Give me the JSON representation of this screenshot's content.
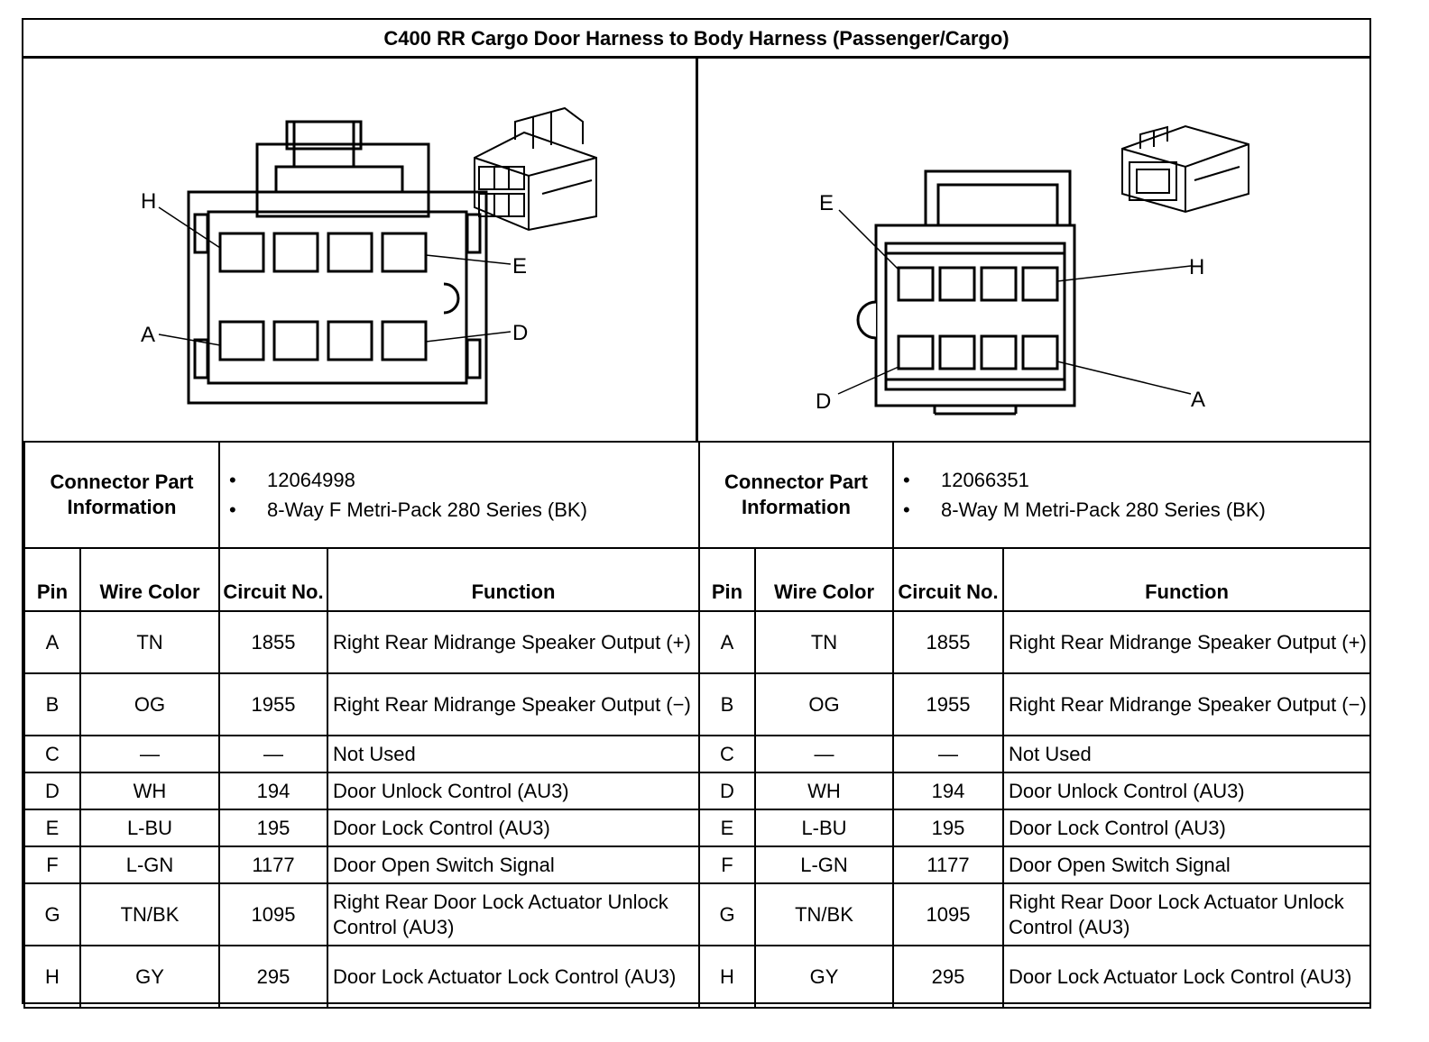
{
  "title": "C400 RR Cargo Door Harness to Body Harness (Passenger/Cargo)",
  "left_connector": {
    "labels": {
      "h": "H",
      "e": "E",
      "a": "A",
      "d": "D"
    },
    "info_label": "Connector Part Information",
    "info_items": [
      "12064998",
      "8-Way F Metri-Pack 280 Series (BK)"
    ]
  },
  "right_connector": {
    "labels": {
      "e": "E",
      "h": "H",
      "d": "D",
      "a": "A"
    },
    "info_label": "Connector Part Information",
    "info_items": [
      "12066351",
      "8-Way M Metri-Pack 280 Series (BK)"
    ]
  },
  "columns": {
    "pin": "Pin",
    "wire_color": "Wire Color",
    "circuit": "Circuit No.",
    "function": "Function"
  },
  "pins": [
    {
      "pin": "A",
      "color": "TN",
      "circuit": "1855",
      "function": "Right Rear Midrange Speaker Output (+)"
    },
    {
      "pin": "B",
      "color": "OG",
      "circuit": "1955",
      "function": "Right Rear Midrange Speaker Output (−)"
    },
    {
      "pin": "C",
      "color": "—",
      "circuit": "—",
      "function": "Not Used"
    },
    {
      "pin": "D",
      "color": "WH",
      "circuit": "194",
      "function": "Door Unlock Control (AU3)"
    },
    {
      "pin": "E",
      "color": "L-BU",
      "circuit": "195",
      "function": "Door Lock Control (AU3)"
    },
    {
      "pin": "F",
      "color": "L-GN",
      "circuit": "1177",
      "function": "Door Open Switch Signal"
    },
    {
      "pin": "G",
      "color": "TN/BK",
      "circuit": "1095",
      "function": "Right Rear Door Lock Actuator Unlock Control (AU3)"
    },
    {
      "pin": "H",
      "color": "GY",
      "circuit": "295",
      "function": "Door Lock Actuator Lock Control (AU3)"
    }
  ]
}
